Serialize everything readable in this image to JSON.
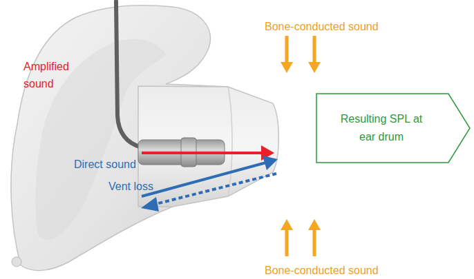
{
  "diagram": {
    "nodes": [
      {
        "text": [
          "Resulting SPL at ear drum"
        ]
      }
    ],
    "labels": [
      "Bone-conducted sound",
      "Amplified sound",
      "Direct sound",
      "Vent loss",
      "Bone-conducted sound"
    ]
  }
}
